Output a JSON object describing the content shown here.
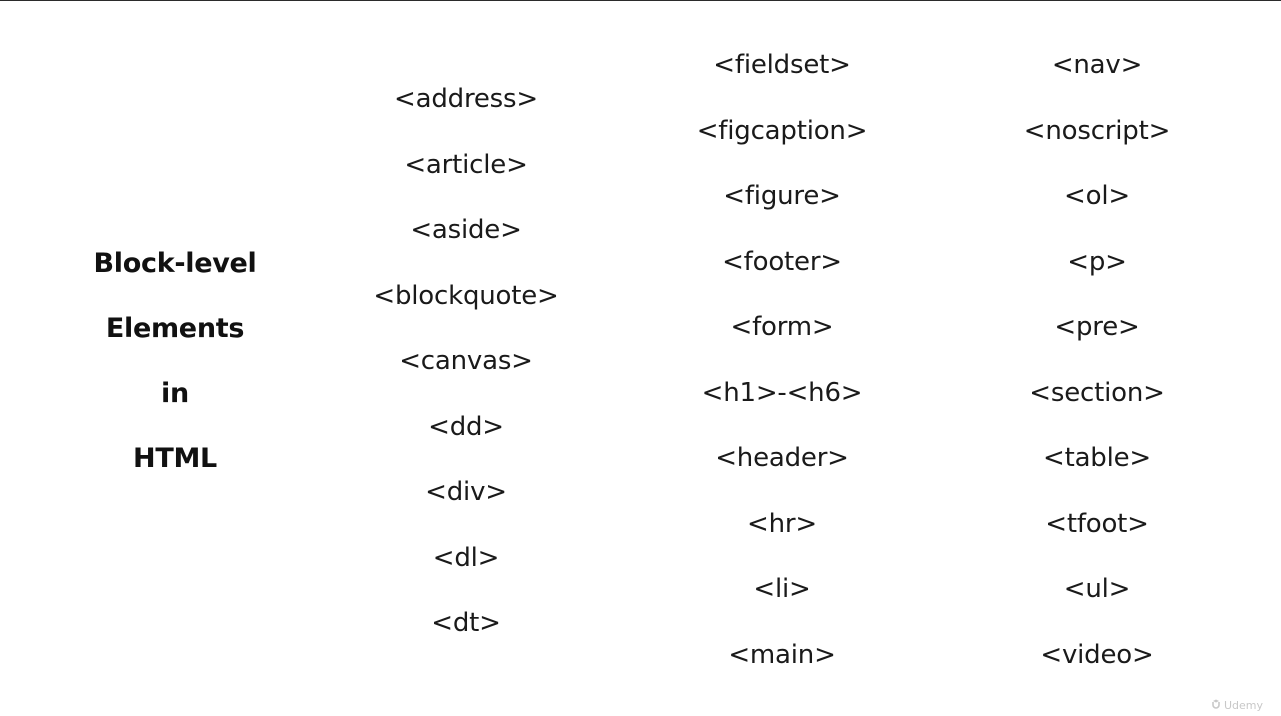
{
  "title_lines": [
    "Block-level",
    "Elements",
    "in",
    "HTML"
  ],
  "columns": [
    [
      "<address>",
      "<article>",
      "<aside>",
      "<blockquote>",
      "<canvas>",
      "<dd>",
      "<div>",
      "<dl>",
      "<dt>"
    ],
    [
      "<fieldset>",
      "<figcaption>",
      "<figure>",
      "<footer>",
      "<form>",
      "<h1>-<h6>",
      "<header>",
      "<hr>",
      "<li>",
      "<main>"
    ],
    [
      "<nav>",
      "<noscript>",
      "<ol>",
      "<p>",
      "<pre>",
      "<section>",
      "<table>",
      "<tfoot>",
      "<ul>",
      "<video>"
    ]
  ],
  "watermark": {
    "icon": "udemy-logo-icon",
    "text": "Udemy"
  }
}
